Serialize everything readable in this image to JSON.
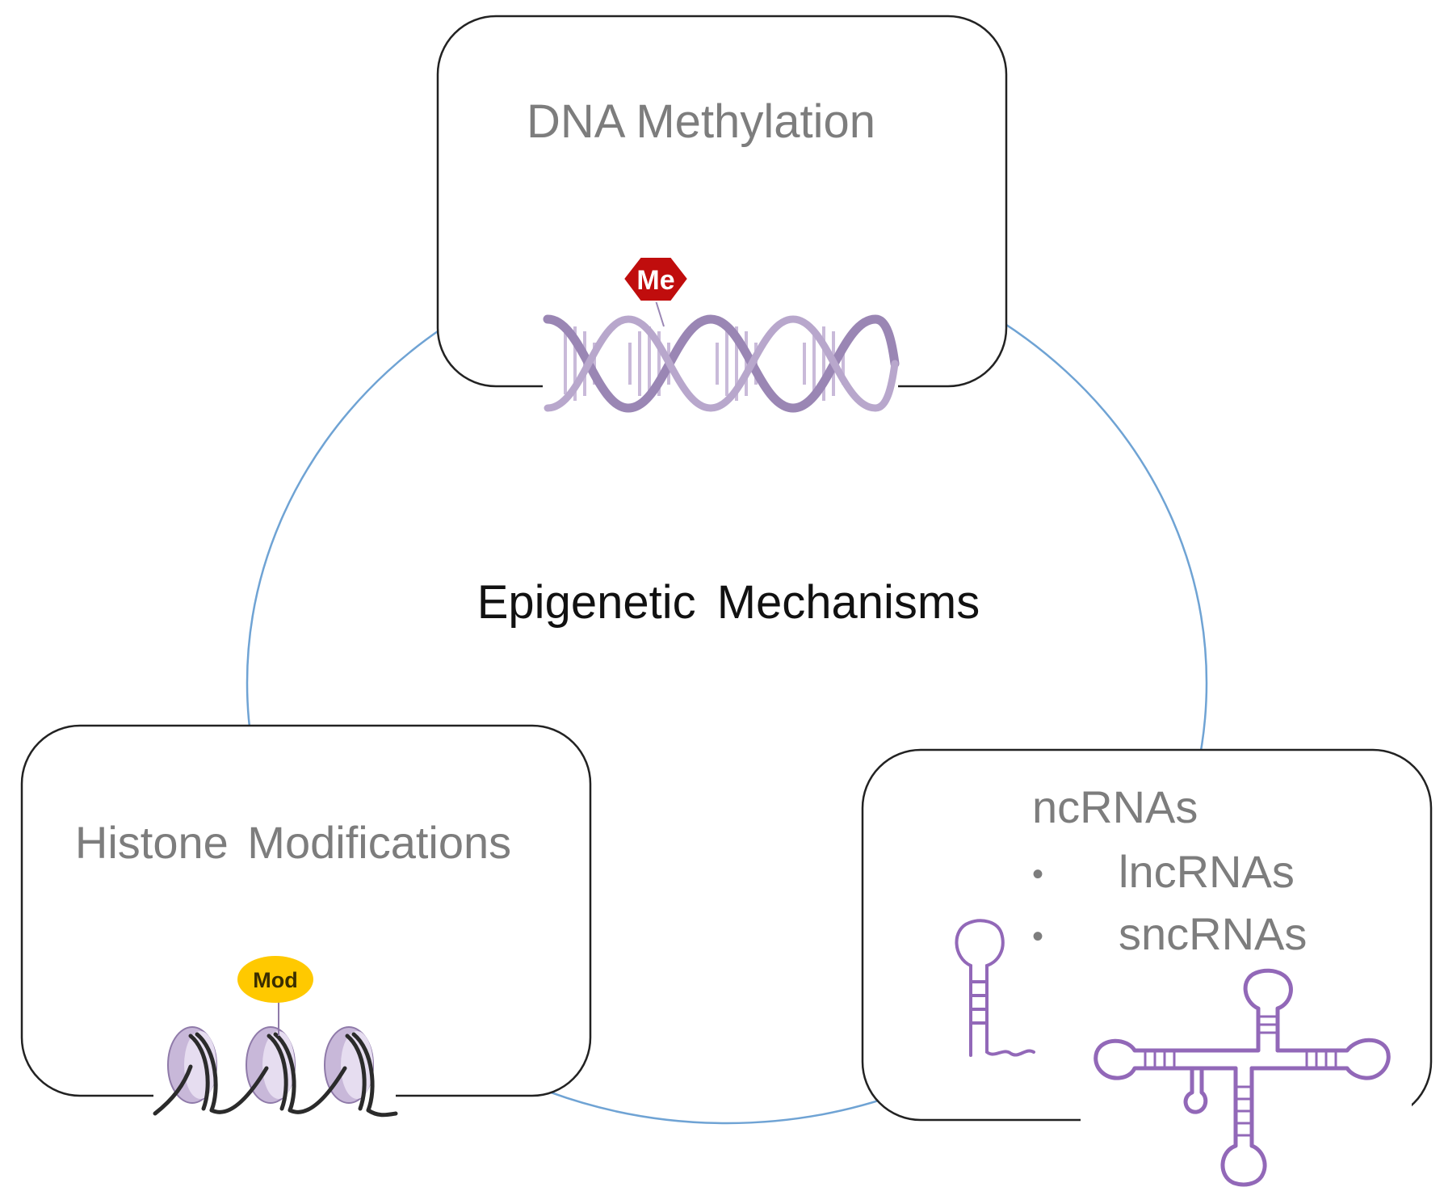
{
  "center_label": "Epigenetic Mechanisms",
  "boxes": {
    "dna": {
      "title": "DNA Methylation",
      "marker": "Me"
    },
    "histone": {
      "title": "Histone Modifications",
      "marker": "Mod"
    },
    "ncrna": {
      "title": "ncRNAs",
      "bullet": "•",
      "items": [
        "lncRNAs",
        "sncRNAs"
      ]
    }
  },
  "colors": {
    "circle": "#6fa3d4",
    "box_border": "#222222",
    "box_title": "#7d7d7d",
    "center_text": "#111111",
    "dna_helix": "#9a86b4",
    "dna_helix_light": "#d8cde6",
    "me_marker": "#c00d0d",
    "mod_marker": "#ffc900",
    "nucleosome": "#b7a5cc",
    "rna": "#9268b8"
  },
  "icons": [
    "dna-helix-icon",
    "methyl-group-icon",
    "nucleosome-icon",
    "modification-tag-icon",
    "hairpin-rna-icon",
    "trna-cloverleaf-icon"
  ]
}
